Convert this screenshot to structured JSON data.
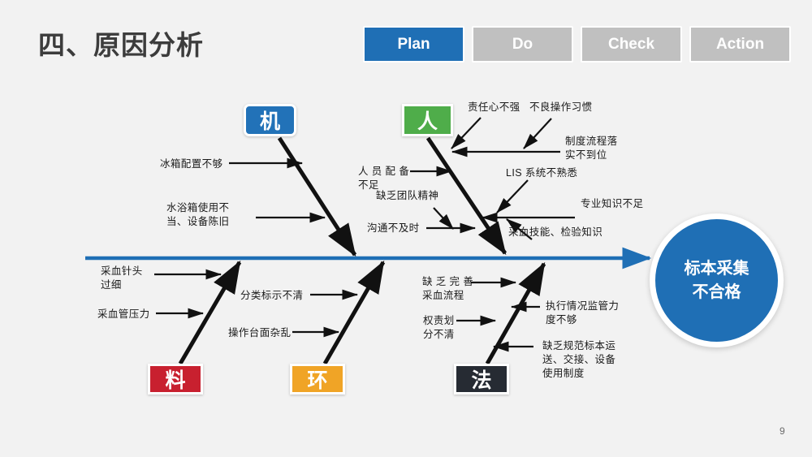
{
  "slide": {
    "title": "四、原因分析",
    "page_number": "9",
    "background_color": "#f2f2f2"
  },
  "pdca_tabs": [
    {
      "label": "Plan",
      "active": true,
      "color": "#1f6fb5"
    },
    {
      "label": "Do",
      "active": false,
      "color": "#c0c0c0"
    },
    {
      "label": "Check",
      "active": false,
      "color": "#c0c0c0"
    },
    {
      "label": "Action",
      "active": false,
      "color": "#c0c0c0"
    }
  ],
  "fishbone": {
    "effect": {
      "line1": "标本采集",
      "line2": "不合格",
      "color": "#1f6fb5"
    },
    "spine_color": "#1f6fb5",
    "categories": [
      {
        "key": "machine",
        "label": "机",
        "color": "#2272b8",
        "position": "top",
        "causes": [
          "冰箱配置不够",
          "水浴箱使用不\n当、设备陈旧"
        ]
      },
      {
        "key": "man",
        "label": "人",
        "color": "#4fad4a",
        "position": "top",
        "causes": [
          "责任心不强",
          "不良操作习惯",
          "制度流程落\n实不到位",
          "人 员 配 备\n不足",
          "LIS 系统不熟悉",
          "缺乏团队精神",
          "专业知识不足",
          "沟通不及时",
          "采血技能、检验知识"
        ]
      },
      {
        "key": "material",
        "label": "料",
        "color": "#c8202f",
        "position": "bottom",
        "causes": [
          "采血针头\n过细",
          "采血管压力"
        ]
      },
      {
        "key": "environment",
        "label": "环",
        "color": "#f0a426",
        "position": "bottom",
        "causes": [
          "分类标示不清",
          "操作台面杂乱"
        ]
      },
      {
        "key": "method",
        "label": "法",
        "color": "#262b33",
        "position": "bottom",
        "causes": [
          "缺 乏 完 善\n采血流程",
          "权责划\n分不清",
          "执行情况监管力\n度不够",
          "缺乏规范标本运\n送、交接、设备\n使用制度"
        ]
      }
    ]
  }
}
